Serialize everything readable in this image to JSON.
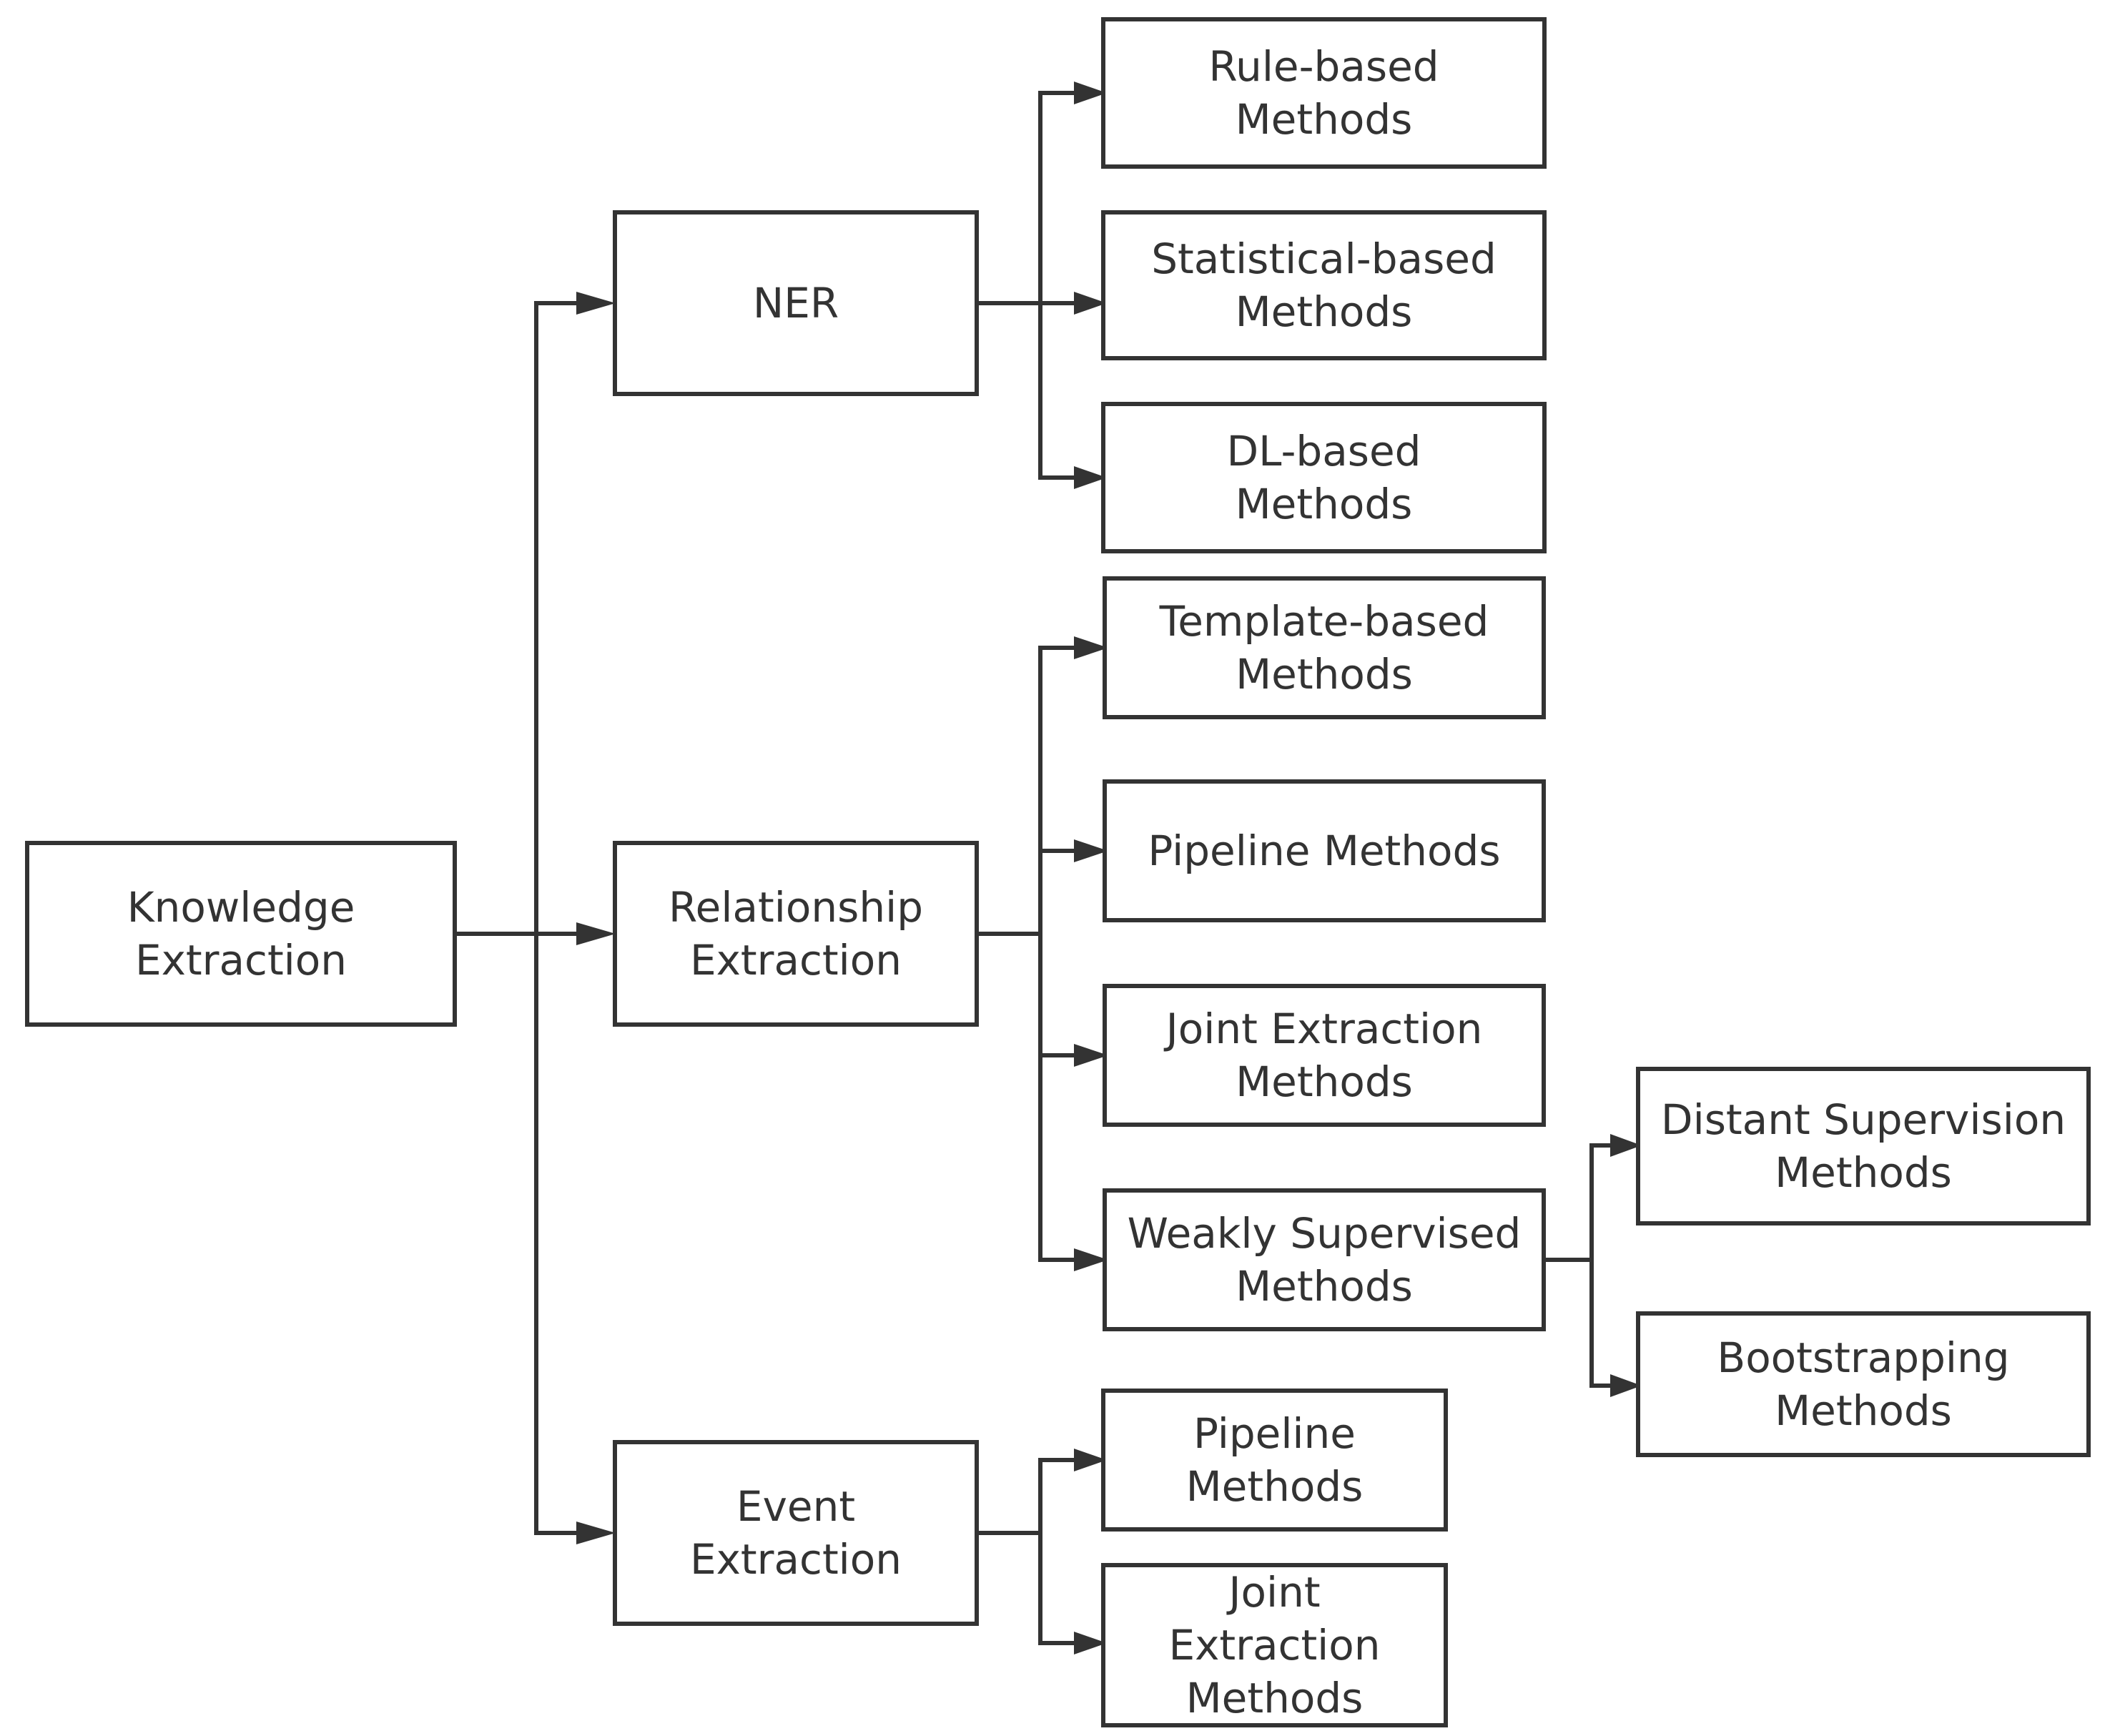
{
  "diagram": {
    "root": {
      "label": "Knowledge\nExtraction"
    },
    "ner": {
      "label": "NER",
      "children": [
        "Rule-based\nMethods",
        "Statistical-based\nMethods",
        "DL-based\nMethods"
      ]
    },
    "relationship": {
      "label": "Relationship\nExtraction",
      "children": [
        "Template-based\nMethods",
        "Pipeline Methods",
        "Joint Extraction\nMethods",
        "Weakly Supervised\nMethods"
      ],
      "weakly_children": [
        "Distant Supervision\nMethods",
        "Bootstrapping\nMethods"
      ]
    },
    "event": {
      "label": "Event\nExtraction",
      "children": [
        "Pipeline\nMethods",
        "Joint\nExtraction\nMethods"
      ]
    },
    "line_color": "#333333"
  }
}
